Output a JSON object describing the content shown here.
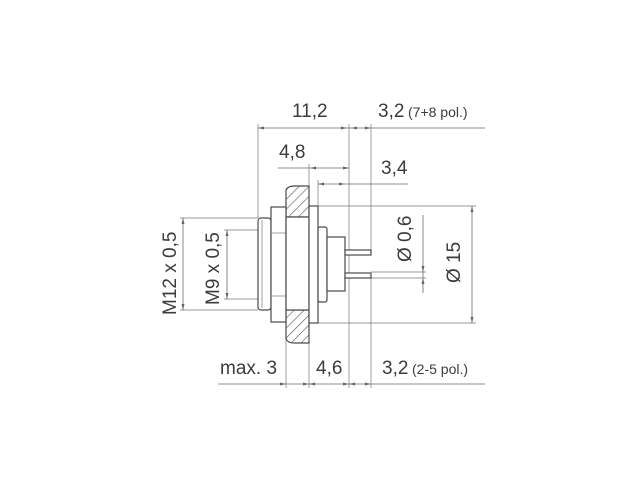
{
  "drawing": {
    "dimensions": {
      "overall_length": "11,2",
      "pin_length_7_8": "3,2",
      "pin_note_7_8": "(7+8 pol.)",
      "rear_length": "4,8",
      "pin_holder_length": "3,4",
      "pin_diameter": "Ø 0,6",
      "flange_diameter": "Ø 15",
      "front_thread": "M12 x 0,5",
      "inner_thread": "M9 x 0,5",
      "panel_thickness": "max. 3",
      "body_length": "4,6",
      "pin_length_2_5": "3,2",
      "pin_note_2_5": "(2-5 pol.)"
    },
    "colors": {
      "line": "#4a4a4a",
      "text": "#3c3c3c"
    }
  }
}
